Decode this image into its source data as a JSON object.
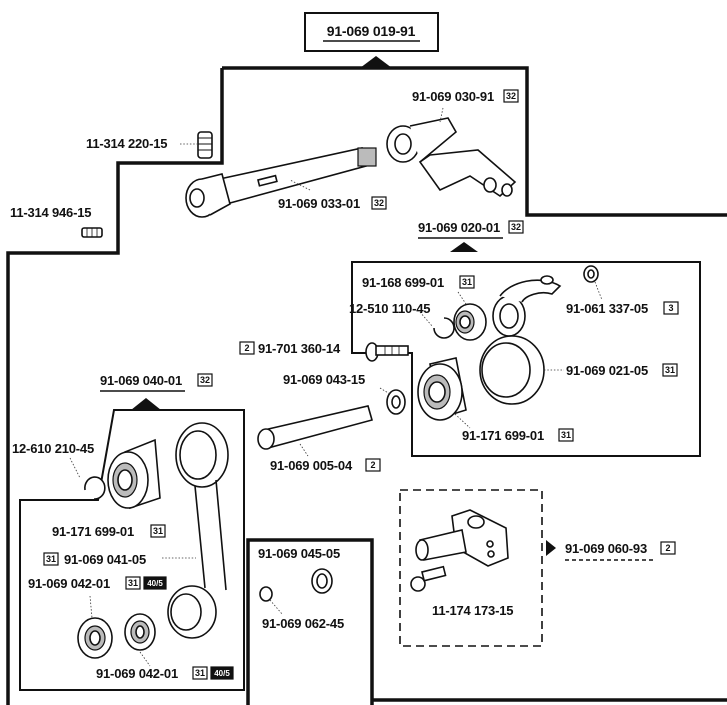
{
  "top_assembly": {
    "code": "91-069 019-91"
  },
  "labels": {
    "p_220_15": "11-314 220-15",
    "p_946_15": "11-314 946-15",
    "p_030_91": "91-069 030-91",
    "p_030_91_box": "32",
    "p_033_01": "91-069 033-01",
    "p_033_01_box": "32",
    "p_020_01": "91-069 020-01",
    "p_020_01_box": "32",
    "p_168_699": "91-168 699-01",
    "p_168_699_box": "31",
    "p_510_110": "12-510 110-45",
    "p_061_337": "91-061 337-05",
    "p_061_337_box": "3",
    "p_701_360_box": "2",
    "p_701_360": "91-701 360-14",
    "p_043_15": "91-069 043-15",
    "p_021_05": "91-069 021-05",
    "p_021_05_box": "31",
    "p_171_699_right": "91-171 699-01",
    "p_171_699_right_box": "31",
    "p_040_01": "91-069 040-01",
    "p_040_01_box": "32",
    "p_610_210": "12-610 210-45",
    "p_005_04": "91-069 005-04",
    "p_005_04_box": "2",
    "p_171_699_left": "91-171 699-01",
    "p_171_699_left_box": "31",
    "p_041_05_box": "31",
    "p_041_05": "91-069 041-05",
    "p_042_01_a": "91-069 042-01",
    "p_042_01_a_box": "31",
    "p_042_01_a_box2": "40/5",
    "p_042_01_b": "91-069 042-01",
    "p_042_01_b_box": "31",
    "p_042_01_b_box2": "40/5",
    "p_045_05": "91-069 045-05",
    "p_062_45": "91-069 062-45",
    "p_060_93": "91-069 060-93",
    "p_060_93_box": "2",
    "p_174_173": "11-174 173-15"
  }
}
